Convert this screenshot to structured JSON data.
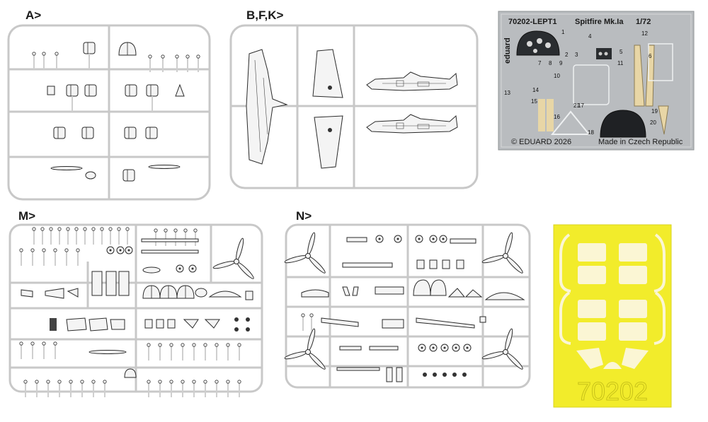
{
  "sprues": {
    "a": {
      "label": "A>"
    },
    "bfk": {
      "label": "B,F,K>"
    },
    "m": {
      "label": "M>"
    },
    "n": {
      "label": "N>"
    }
  },
  "photoetch": {
    "code": "70202-LEPT1",
    "model": "Spitfire Mk.Ia",
    "scale": "1/72",
    "brand": "eduard",
    "copyright": "© EDUARD 2026",
    "origin": "Made in Czech Republic",
    "part_numbers": [
      "1",
      "2",
      "3",
      "4",
      "5",
      "6",
      "7",
      "8",
      "9",
      "10",
      "11",
      "12",
      "13",
      "14",
      "15",
      "16",
      "17",
      "18",
      "19",
      "20",
      "21"
    ]
  },
  "mask": {
    "code": "70202"
  },
  "colors": {
    "sprue": "#c8c8c8",
    "part_fill": "#f0f0f0",
    "part_line": "#2a2a2a",
    "pe_metal": "#b9bcbf",
    "mask_yellow": "#f2ec2b",
    "mask_cream": "#fbf6d4"
  }
}
